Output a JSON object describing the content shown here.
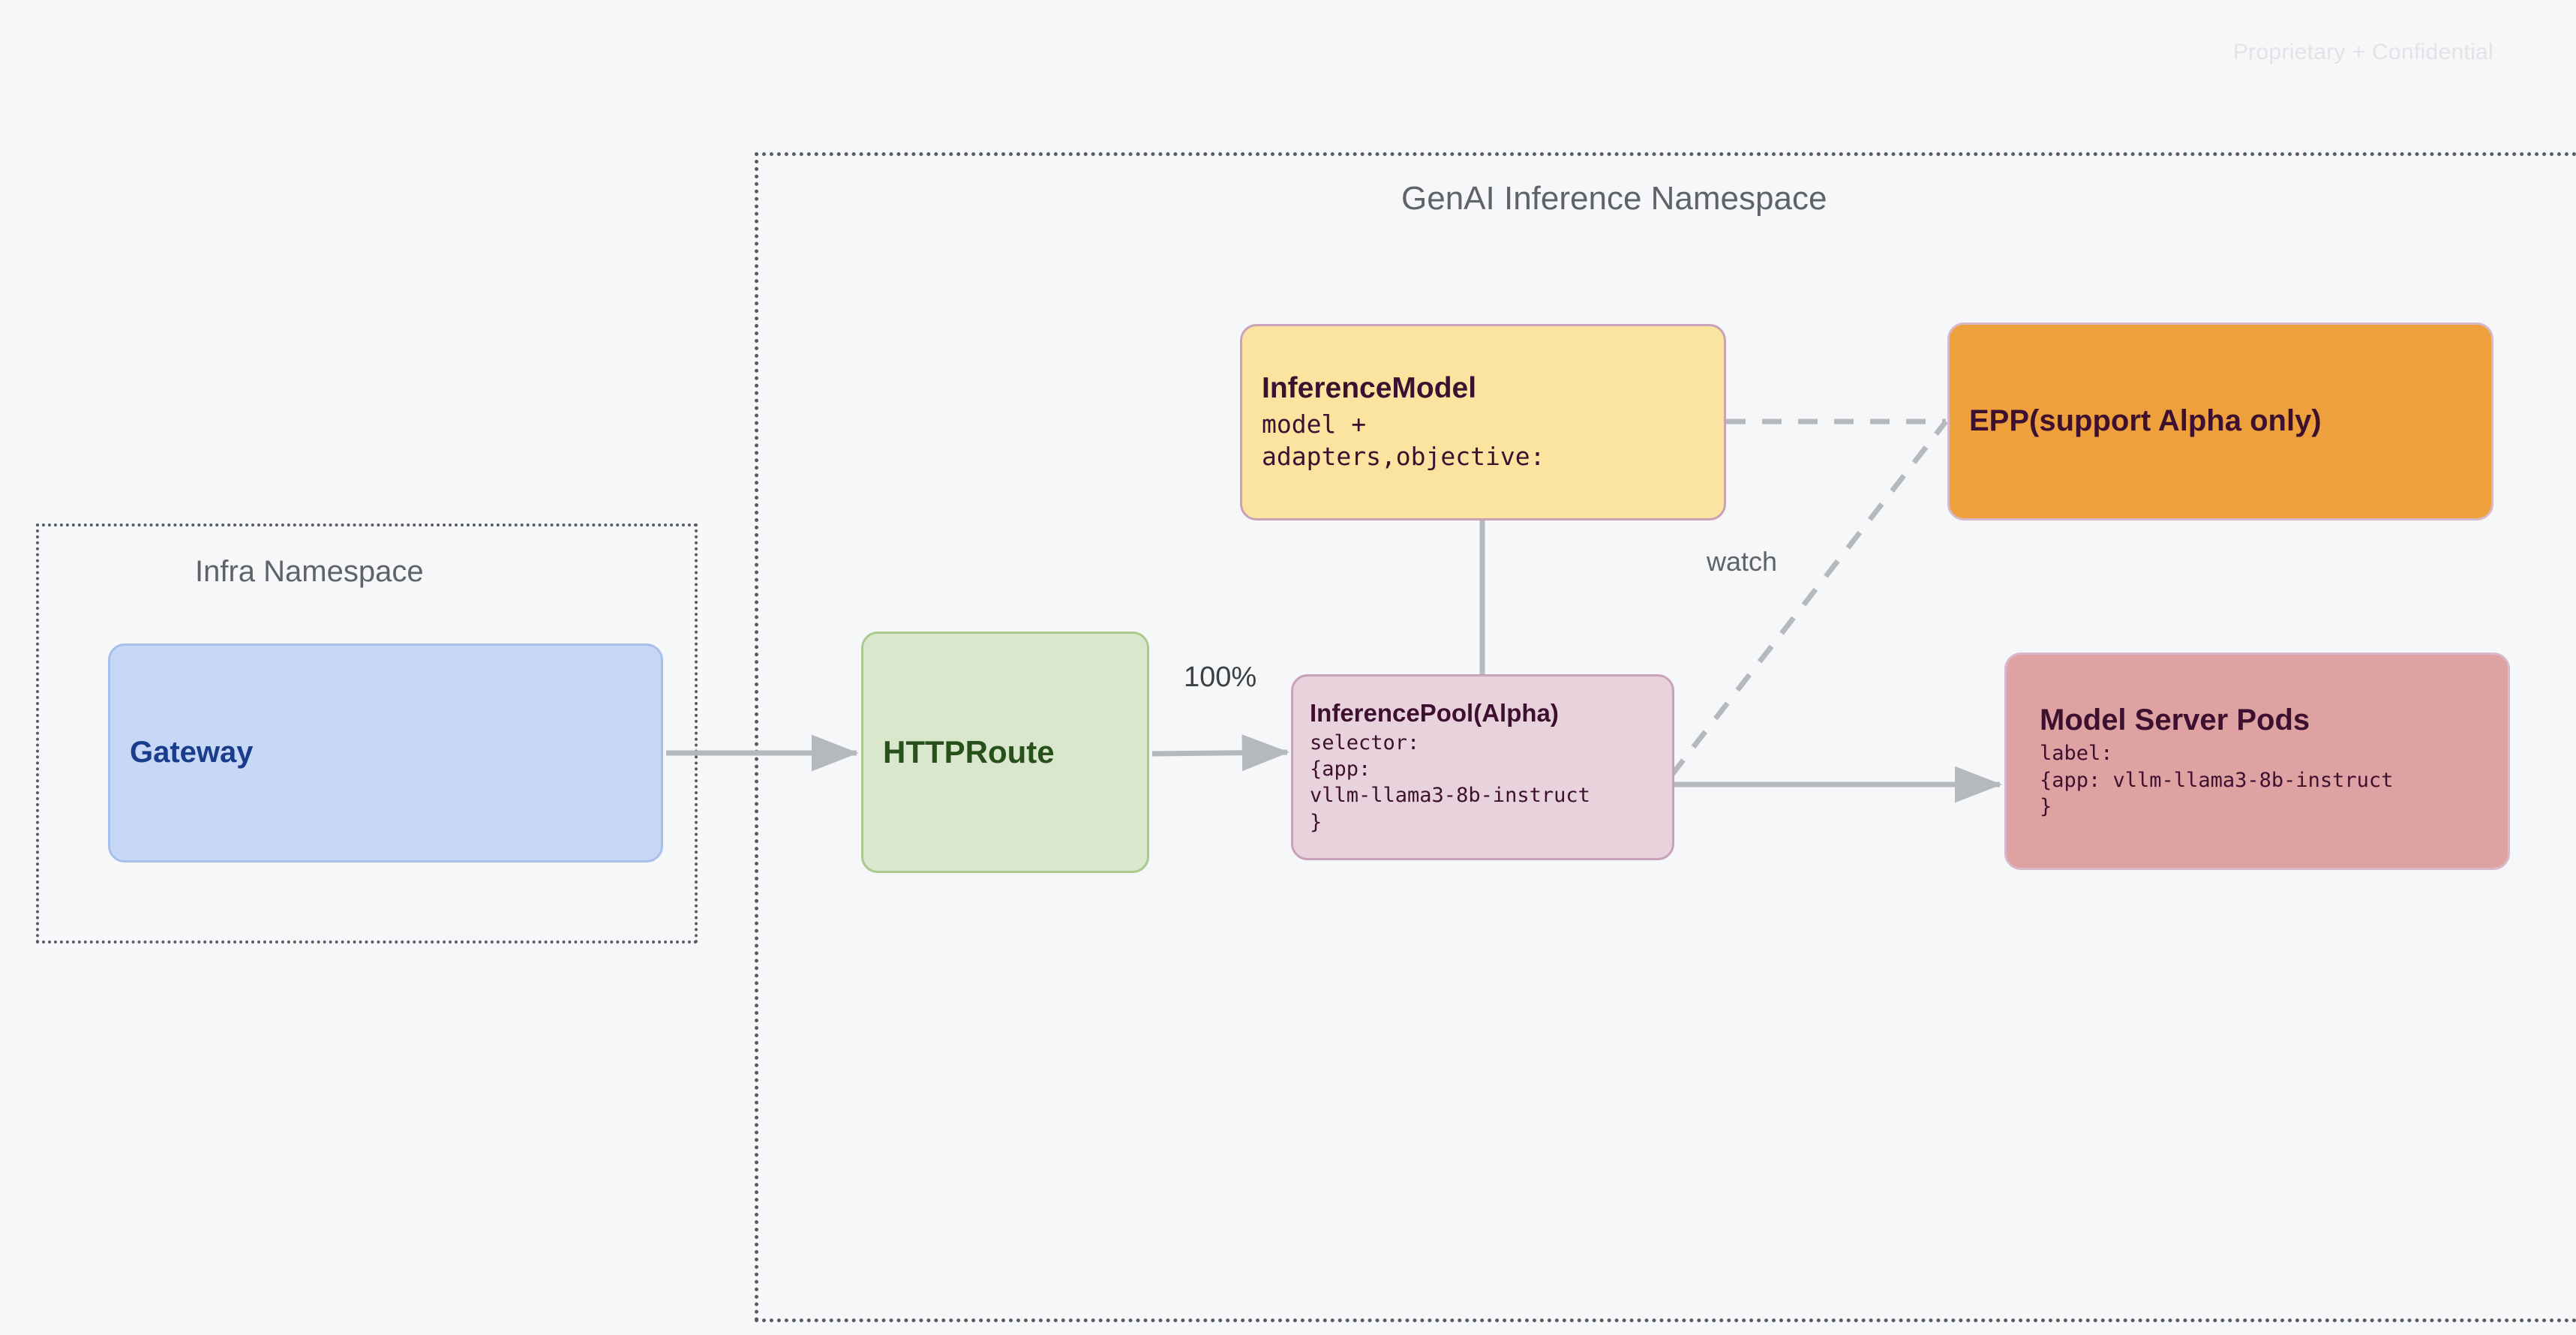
{
  "page": {
    "watermark": "Proprietary + Confidential",
    "background_color": "#f6f7f9"
  },
  "namespaces": [
    {
      "id": "infra",
      "title": "Infra Namespace",
      "border_style": "dotted",
      "border_color": "#585c63"
    },
    {
      "id": "genai",
      "title": "GenAI Inference Namespace",
      "border_style": "dotted",
      "border_color": "#585c63"
    }
  ],
  "nodes": {
    "gateway": {
      "title": "Gateway",
      "fill": "#c7d7f6",
      "border": "#a7c0eb",
      "text_color": "#1a3c8c"
    },
    "httproute": {
      "title": "HTTPRoute",
      "fill": "#d9e8cd",
      "border": "#a9c98d",
      "text_color": "#27501a"
    },
    "inference_model": {
      "title": "InferenceModel",
      "detail": "model +\nadapters,objective:",
      "fill": "#fbe3a0",
      "border": "#c9a1b9",
      "text_color": "#3e1030"
    },
    "inference_pool": {
      "title": "InferencePool(Alpha)",
      "detail": "selector:\n{app:\nvllm-llama3-8b-instruct\n}",
      "fill": "#e8d3dd",
      "border": "#c9a1b9",
      "text_color": "#3e1030"
    },
    "epp": {
      "title": "EPP(support Alpha only)",
      "fill": "#eda03c",
      "border": "#d8b8cb",
      "text_color": "#3e1030"
    },
    "model_server_pods": {
      "title": "Model Server Pods",
      "detail": "label:\n{app: vllm-llama3-8b-instruct\n}",
      "fill": "#dfa2a2",
      "border": "#d8b8cb",
      "text_color": "#3e1030"
    }
  },
  "edges": {
    "gateway_to_httproute": {
      "label": "",
      "style": "solid",
      "color": "#b5b9be"
    },
    "httproute_to_pool": {
      "label": "100%",
      "style": "solid",
      "color": "#b5b9be"
    },
    "model_to_pool": {
      "label": "",
      "style": "solid",
      "color": "#b5b9be"
    },
    "model_to_epp": {
      "label": "",
      "style": "dashed",
      "color": "#b5b9be"
    },
    "pool_to_epp": {
      "label": "watch",
      "style": "dashed",
      "color": "#b5b9be"
    },
    "pool_to_pods": {
      "label": "",
      "style": "solid",
      "color": "#b5b9be"
    }
  }
}
